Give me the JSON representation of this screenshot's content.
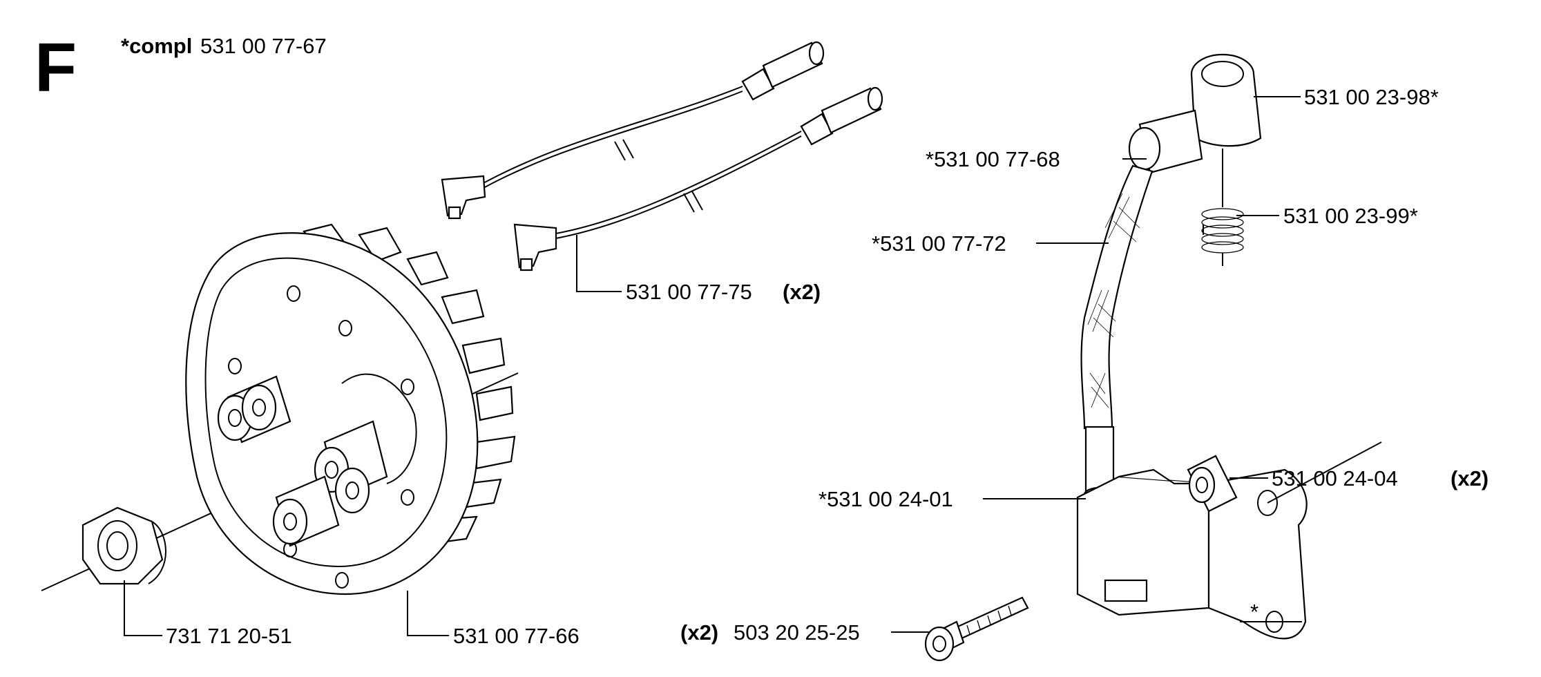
{
  "section": {
    "letter": "F"
  },
  "compl": {
    "prefix": "*compl",
    "number": "531 00 77-67"
  },
  "labels": {
    "boot_cap": "531 00 23-98*",
    "cable_a": "*531 00 77-68",
    "spring": "531 00 23-99*",
    "cable_b": "*531 00 77-72",
    "plug_cable": "531 00 77-75",
    "plug_cable_qty": "(x2)",
    "coil_connector": "*531 00 24-01",
    "spacer": "531 00 24-04",
    "spacer_qty": "(x2)",
    "nut": "731 71 20-51",
    "flywheel": "531 00 77-66",
    "screw_qty": "(x2)",
    "screw": "503 20 25-25",
    "coil": "*"
  }
}
